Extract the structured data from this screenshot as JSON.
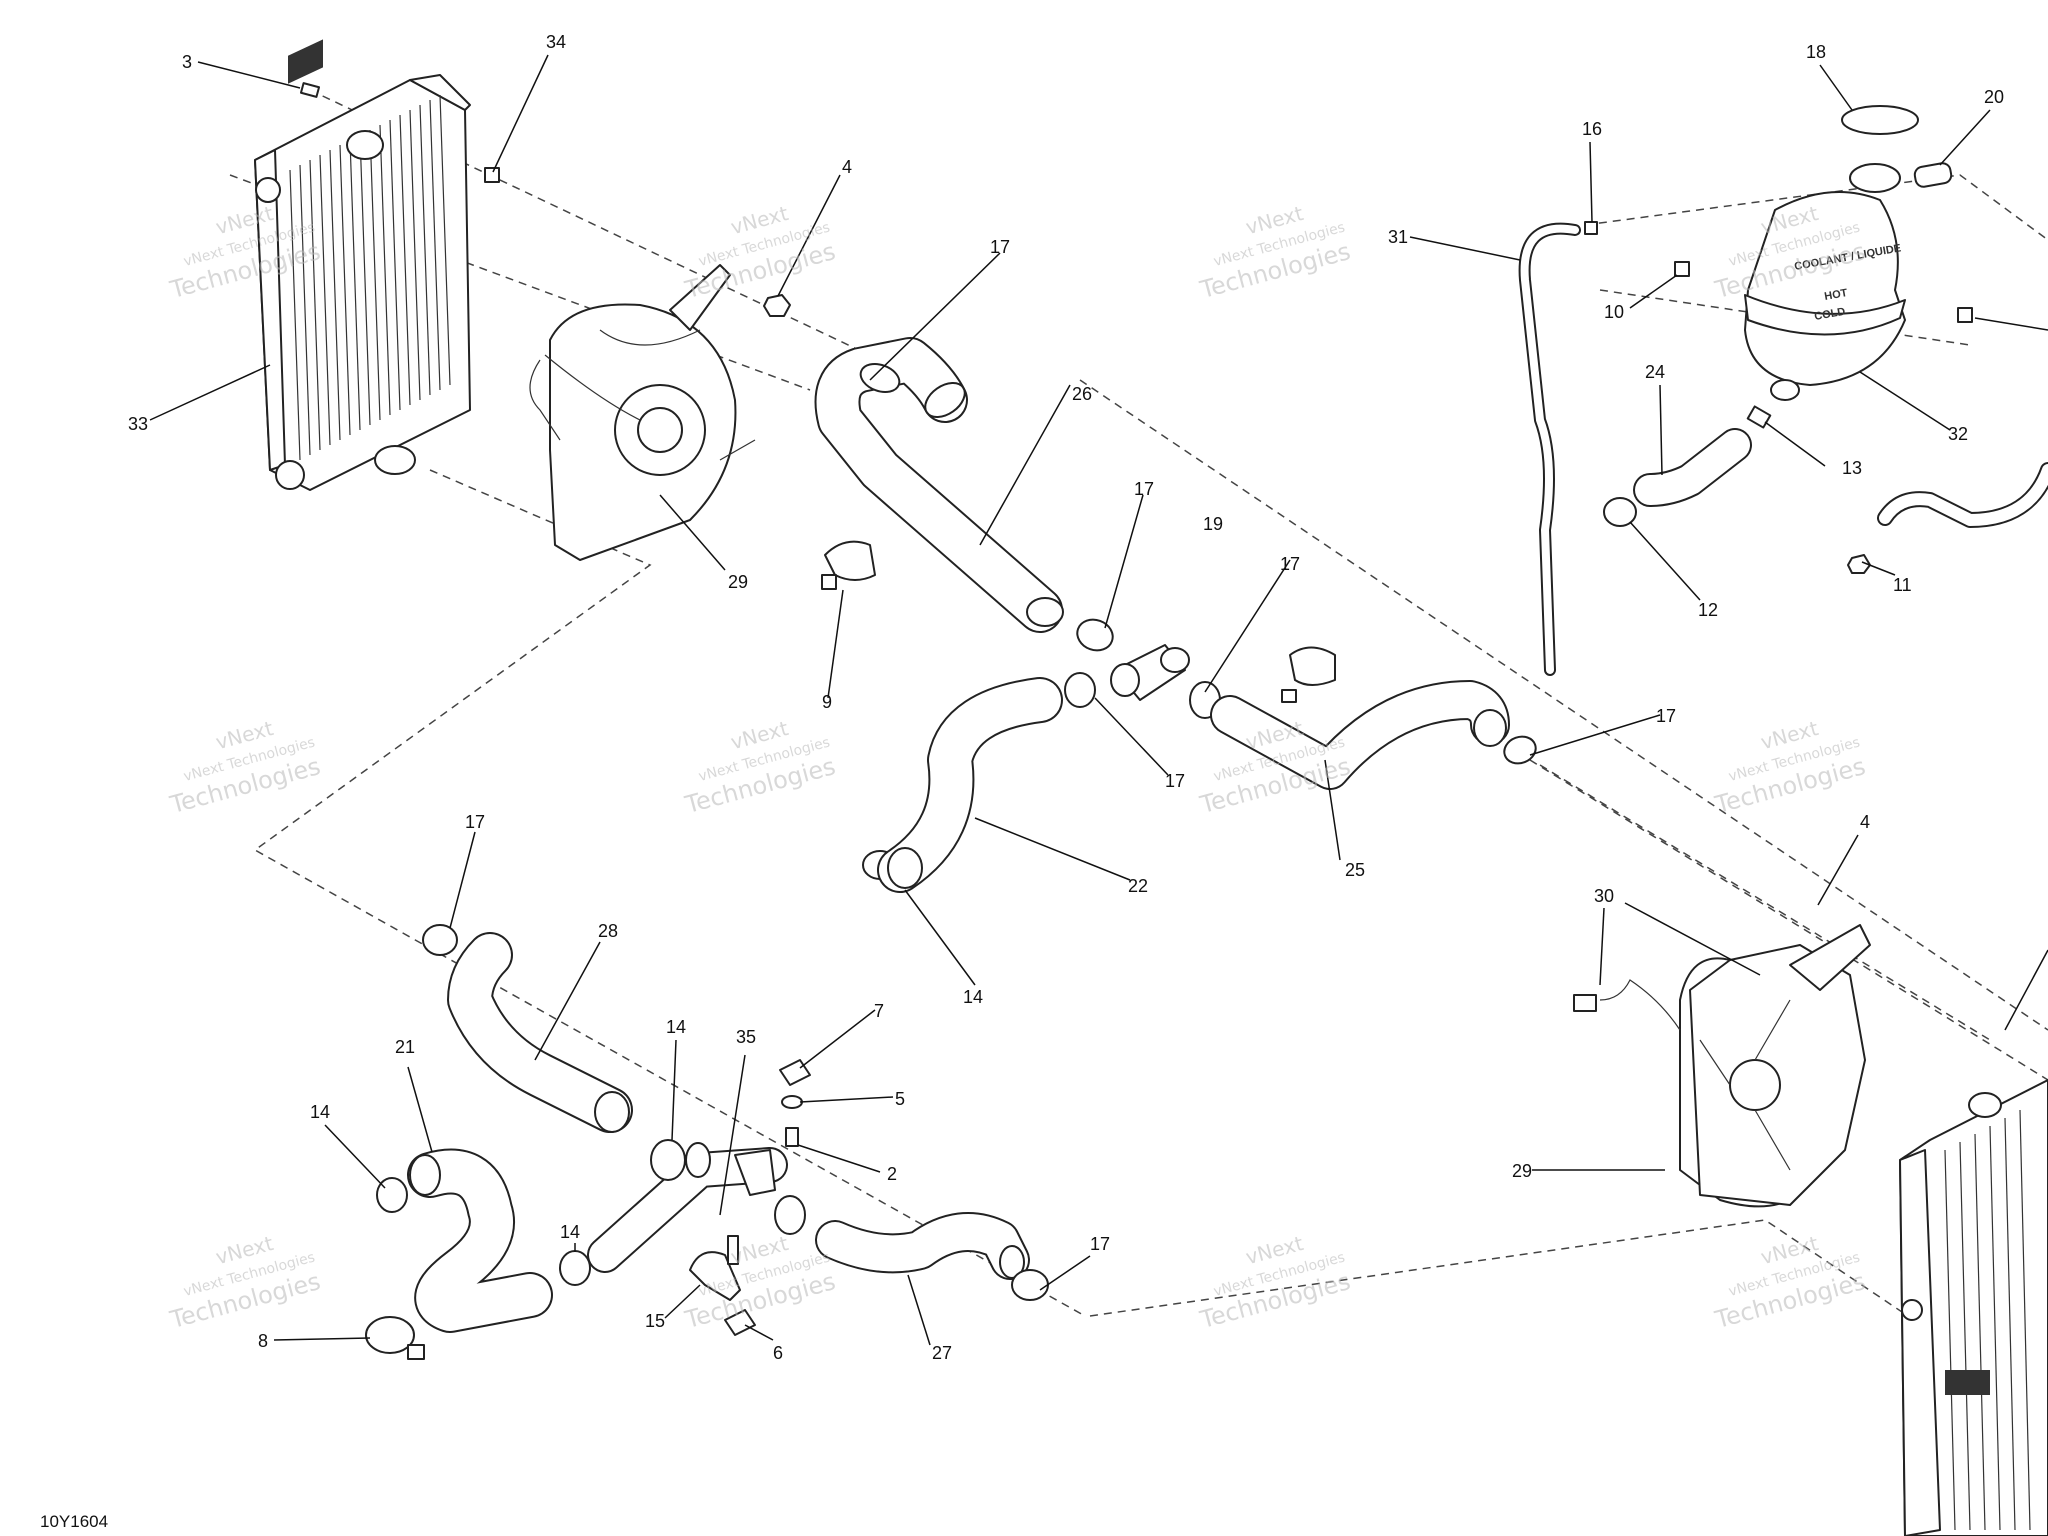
{
  "diagram_code": "10Y1604",
  "watermark": {
    "line1": "vNext",
    "line2": "vNext Technologies",
    "line3": "Technologies"
  },
  "tank_labels": [
    "COOLANT / LIQUIDE",
    "HOT",
    "COLD"
  ],
  "callouts": {
    "c3": "3",
    "c34": "34",
    "c4a": "4",
    "c33": "33",
    "c29a": "29",
    "c17a": "17",
    "c26": "26",
    "c9": "9",
    "c17b": "17",
    "c19": "19",
    "c17c": "17",
    "c17d": "17",
    "c22": "22",
    "c14a": "14",
    "c25": "25",
    "c17e": "17",
    "c31": "31",
    "c16": "16",
    "c18": "18",
    "c20": "20",
    "c10": "10",
    "c24": "24",
    "c13": "13",
    "c32": "32",
    "c12": "12",
    "c11": "11",
    "c17f": "17",
    "c28": "28",
    "c21": "21",
    "c14b": "14",
    "c14c": "14",
    "c35": "35",
    "c14d": "14",
    "c7": "7",
    "c5": "5",
    "c2": "2",
    "c8": "8",
    "c15": "15",
    "c6": "6",
    "c27": "27",
    "c17g": "17",
    "c4b": "4",
    "c30": "30",
    "c29b": "29"
  },
  "colors": {
    "line": "#222222",
    "watermark": "#b9b9b9",
    "background": "#ffffff"
  }
}
